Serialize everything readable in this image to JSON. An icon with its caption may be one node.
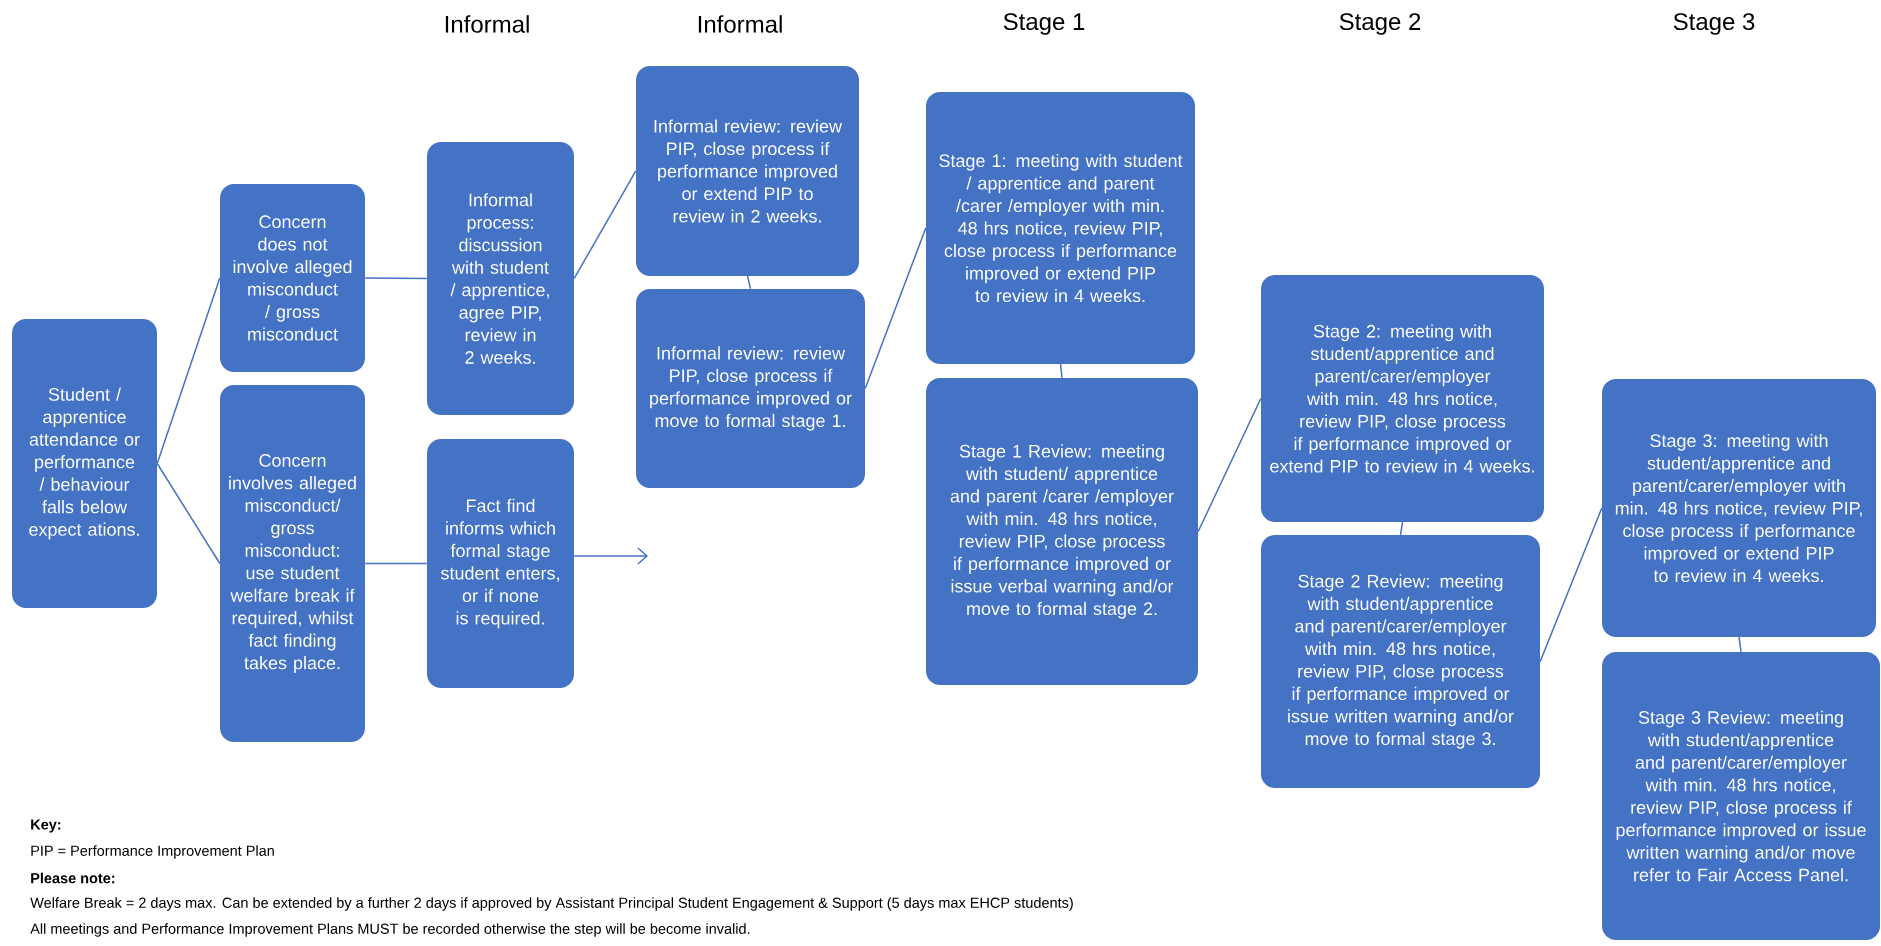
{
  "diagram": {
    "nodes": [
      {
        "text": [
          "Student / apprentice attendance or performance / behaviour falls below expect ations."
        ]
      },
      {
        "text": [
          "Concern does not involve alleged misconduct / gross misconduct"
        ]
      },
      {
        "text": [
          "Concern involves alleged misconduct/ gross misconduct: use student welfare break if required, whilst fact finding takes place."
        ]
      },
      {
        "text": [
          "Informal process: discussion with student / apprentice, agree PIP, review in 2 weeks."
        ]
      },
      {
        "text": [
          "Fact find informs which formal stage student enters, or if none is required."
        ]
      },
      {
        "text": [
          "Informal review: review PIP, close process if performance improved or extend PIP to review in 2 weeks."
        ]
      },
      {
        "text": [
          "Informal review: review PIP, close process if performance improved or move to formal stage 1."
        ]
      },
      {
        "text": [
          "Stage 1: meeting with student / apprentice and parent /carer /employer with min. 48 hrs notice, review PIP, close process if performance improved or extend PIP to review in 4 weeks."
        ]
      },
      {
        "text": [
          "Stage 1 Review: meeting with student/ apprentice and parent /carer /employer with min. 48 hrs notice, review PIP, close process if performance improved or issue verbal warning and/or move to formal stage 2."
        ]
      },
      {
        "text": [
          "Stage 2: meeting with student/apprentice and parent/carer/employer with min. 48 hrs notice, review PIP, close process if performance improved or extend PIP to review in 4 weeks."
        ]
      },
      {
        "text": [
          "Stage 2 Review: meeting with student/apprentice and parent/carer/employer with min. 48 hrs notice, review PIP, close process if performance improved or issue written warning and/or move to formal stage 3."
        ]
      },
      {
        "text": [
          "Stage 3: meeting with student/apprentice and parent/carer/employer with min. 48 hrs notice, review PIP, close process if performance improved or extend PIP to review in 4 weeks."
        ]
      },
      {
        "text": [
          "Stage 3 Review: meeting with student/apprentice and parent/carer/employer with min. 48 hrs notice, review PIP, close process if performance improved or issue written warning and/or move refer to Fair Access Panel."
        ]
      }
    ],
    "edges": [
      {
        "from": 0,
        "to": 1,
        "arrow": "none"
      },
      {
        "from": 0,
        "to": 2,
        "arrow": "none"
      },
      {
        "from": 1,
        "to": 3,
        "arrow": "none"
      },
      {
        "from": 2,
        "to": 4,
        "arrow": "none"
      },
      {
        "from": 3,
        "to": 5,
        "arrow": "none"
      },
      {
        "from": 5,
        "to": 6,
        "arrow": "none"
      },
      {
        "from": 6,
        "to": 7,
        "arrow": "none"
      },
      {
        "from": 7,
        "to": 8,
        "arrow": "none"
      },
      {
        "from": 8,
        "to": 9,
        "arrow": "none"
      },
      {
        "from": 9,
        "to": 10,
        "arrow": "none"
      },
      {
        "from": 10,
        "to": 11,
        "arrow": "none"
      },
      {
        "from": 11,
        "to": 12,
        "arrow": "none"
      },
      {
        "from": 4,
        "to": null,
        "arrow": "to"
      }
    ],
    "labels": [
      "Informal",
      "Informal",
      "Stage 1",
      "Stage 2",
      "Stage 3",
      "Key:",
      "PIP = Performance Improvement Plan",
      "Please note:",
      "Welfare Break = 2 days max. Can be extended by a further 2 days if approved by Assistant Principal Student Engagement & Support (5 days max EHCP students)",
      "All meetings and Performance Improvement Plans MUST be recorded otherwise the step will be become invalid."
    ]
  }
}
